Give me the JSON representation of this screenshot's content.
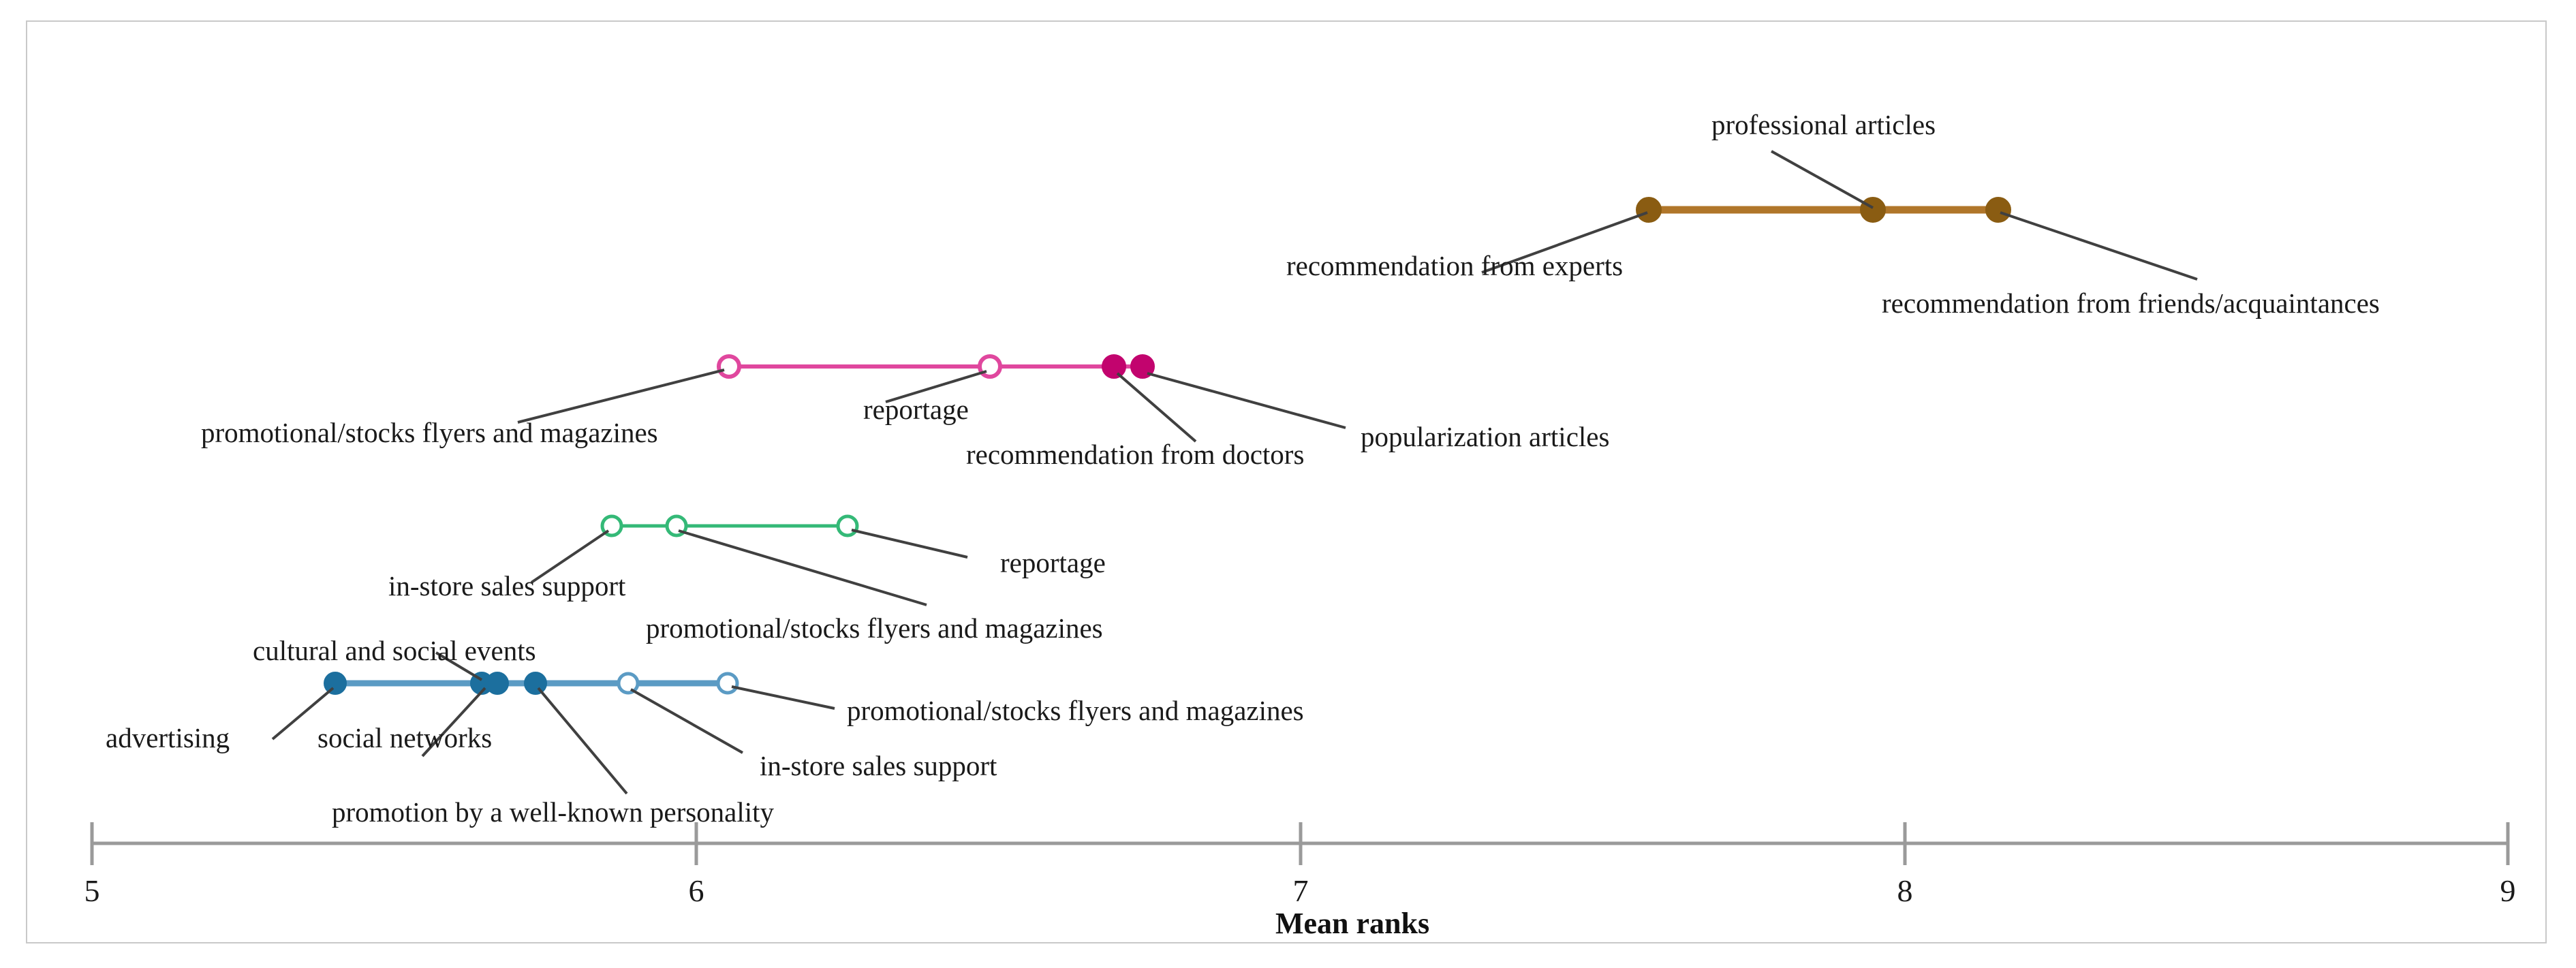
{
  "figure": {
    "axis_title": "Mean ranks",
    "x_ticks": [
      "5",
      "6",
      "7",
      "8",
      "9"
    ],
    "colors": {
      "series_brown": "#b0762a",
      "series_pink": "#e0479e",
      "series_pink_fill": "#c2046e",
      "series_green": "#34b977",
      "series_blue": "#5b9bc4",
      "series_blue_fill": "#1c6f9e",
      "leader_line": "#404040",
      "axis": "#9a9a9a",
      "frame": "#c9c9c9",
      "text": "#1a1a1a"
    }
  },
  "chart_data": {
    "type": "scatter",
    "title": "",
    "xlabel": "Mean ranks",
    "ylabel": "",
    "xlim": [
      5,
      9
    ],
    "xticks": [
      5,
      6,
      7,
      8,
      9
    ],
    "grid": false,
    "legend": "none",
    "series": [
      {
        "name": "group-brown",
        "color": "#b0762a",
        "marker": "filled-circle",
        "row": 1,
        "points": [
          {
            "label": "recommendation from experts",
            "x": 7.58
          },
          {
            "label": "professional articles",
            "x": 7.95
          },
          {
            "label": "recommendation from friends/acquaintances",
            "x": 8.15
          }
        ]
      },
      {
        "name": "group-pink",
        "color": "#e0479e",
        "marker": "mixed",
        "row": 2,
        "points": [
          {
            "label": "promotional/stocks flyers and magazines",
            "x": 6.05,
            "filled": false
          },
          {
            "label": "reportage",
            "x": 6.49,
            "filled": false
          },
          {
            "label": "recommendation from doctors",
            "x": 6.69,
            "filled": true
          },
          {
            "label": "popularization articles",
            "x": 6.74,
            "filled": true
          }
        ]
      },
      {
        "name": "group-green",
        "color": "#34b977",
        "marker": "open-circle",
        "row": 3,
        "points": [
          {
            "label": "in-store sales support",
            "x": 5.86,
            "filled": false
          },
          {
            "label": "promotional/stocks flyers and magazines",
            "x": 5.97,
            "filled": false
          },
          {
            "label": "reportage",
            "x": 6.25,
            "filled": false
          }
        ]
      },
      {
        "name": "group-blue",
        "color": "#5b9bc4",
        "marker": "mixed",
        "row": 4,
        "points": [
          {
            "label": "advertising",
            "x": 5.4,
            "filled": true
          },
          {
            "label": "cultural and social events",
            "x": 5.64,
            "filled": true
          },
          {
            "label": "social networks",
            "x": 5.67,
            "filled": true
          },
          {
            "label": "promotion by a well-known personality",
            "x": 5.73,
            "filled": true
          },
          {
            "label": "in-store sales support",
            "x": 5.89,
            "filled": false
          },
          {
            "label": "promotional/stocks flyers and magazines",
            "x": 6.05,
            "filled": false
          }
        ]
      }
    ],
    "annotations": [
      {
        "id": "a1",
        "text": "professional articles"
      },
      {
        "id": "a2",
        "text": "recommendation from experts"
      },
      {
        "id": "a3",
        "text": "recommendation from friends/acquaintances"
      },
      {
        "id": "a4",
        "text": "promotional/stocks flyers and magazines"
      },
      {
        "id": "a5",
        "text": "reportage"
      },
      {
        "id": "a6",
        "text": "recommendation from doctors"
      },
      {
        "id": "a7",
        "text": "popularization articles"
      },
      {
        "id": "a8",
        "text": "in-store sales support"
      },
      {
        "id": "a9",
        "text": "promotional/stocks flyers and magazines"
      },
      {
        "id": "a10",
        "text": "reportage"
      },
      {
        "id": "a11",
        "text": "cultural and social events"
      },
      {
        "id": "a12",
        "text": "advertising"
      },
      {
        "id": "a13",
        "text": "social networks"
      },
      {
        "id": "a14",
        "text": "promotion by a well-known personality"
      },
      {
        "id": "a15",
        "text": "in-store sales support"
      },
      {
        "id": "a16",
        "text": "promotional/stocks flyers and magazines"
      }
    ]
  }
}
